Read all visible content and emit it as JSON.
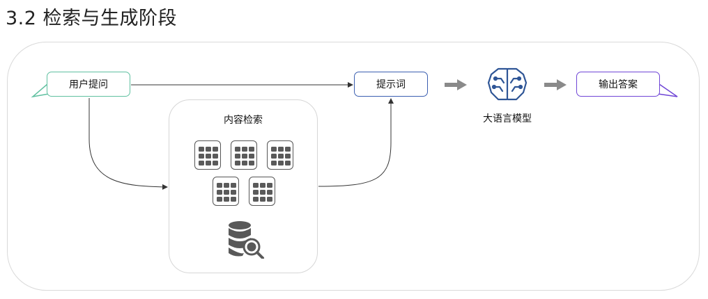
{
  "title": "3.2 检索与生成阶段",
  "nodes": {
    "user_question": "用户提问",
    "prompt": "提示词",
    "answer": "输出答案",
    "retrieval": "内容检索",
    "llm": "大语言模型"
  },
  "icons": {
    "documents": "document-grid-icon",
    "database": "database-search-icon",
    "llm": "brain-circuit-icon"
  },
  "colors": {
    "user_border": "#5fc0a0",
    "prompt_border": "#3a5eb0",
    "answer_border": "#6f45d6",
    "llm_icon": "#2e5596",
    "arrow_gray": "#8a8a8a"
  }
}
